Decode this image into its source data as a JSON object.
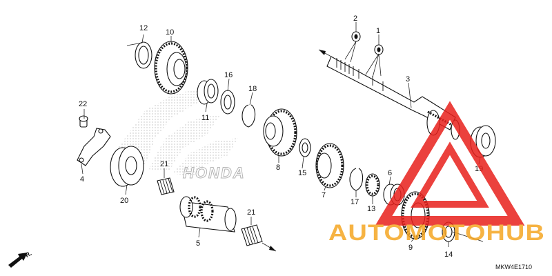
{
  "diagram": {
    "code": "MKW4E1710",
    "direction_label": "FR.",
    "watermark_brand": "HONDA",
    "watermark_text": "AUTOMOTOHUB",
    "colors": {
      "watermark_red": "#e8201c",
      "watermark_orange": "#f5a623",
      "ink": "#111111"
    },
    "callouts": {
      "c1": "1",
      "c2": "2",
      "c3": "3",
      "c4": "4",
      "c5": "5",
      "c6": "6",
      "c7": "7",
      "c8": "8",
      "c9": "9",
      "c10": "10",
      "c11": "11",
      "c12": "12",
      "c13": "13",
      "c14": "14",
      "c15": "15",
      "c16": "16",
      "c17": "17",
      "c18": "18",
      "c19": "19",
      "c20": "20",
      "c21a": "21",
      "c21b": "21",
      "c22": "22"
    }
  }
}
